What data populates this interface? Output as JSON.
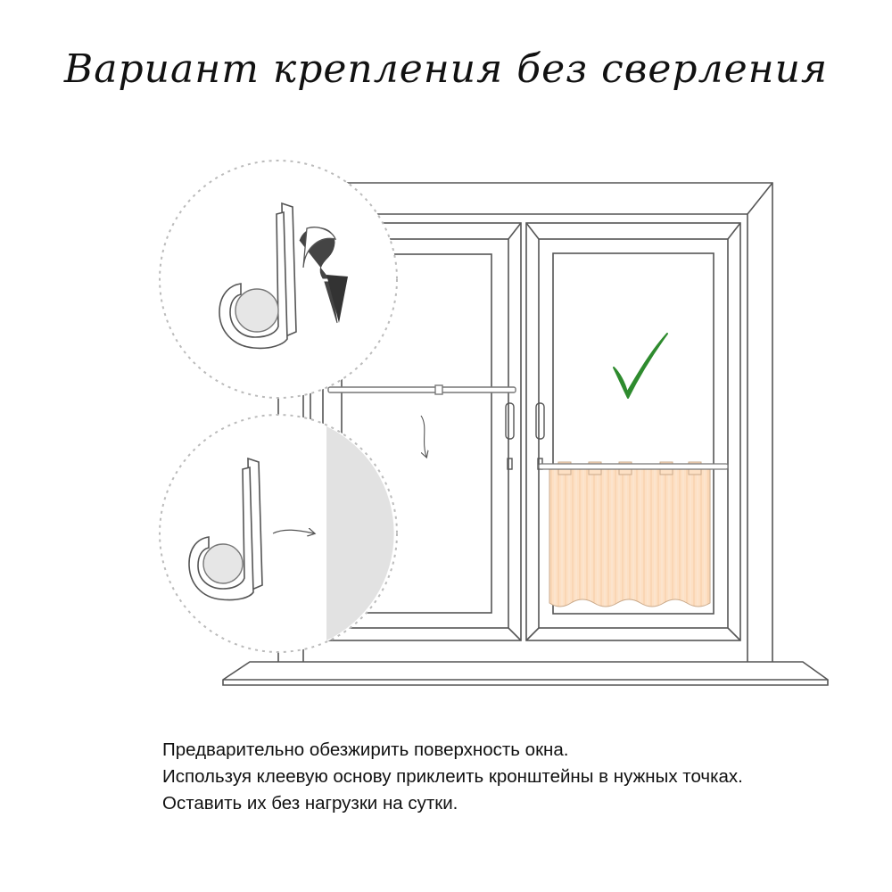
{
  "title": "Вариант крепления без сверления",
  "instructions": [
    "Предварительно обезжирить поверхность окна.",
    "Используя клеевую основу приклеить кронштейны в нужных точках.",
    "Оставить их без нагрузки на сутки."
  ],
  "colors": {
    "curtain": "#fde0c4",
    "checkmark": "#2e8b2e",
    "line": "#555555",
    "wall": "#e2e2e2"
  }
}
